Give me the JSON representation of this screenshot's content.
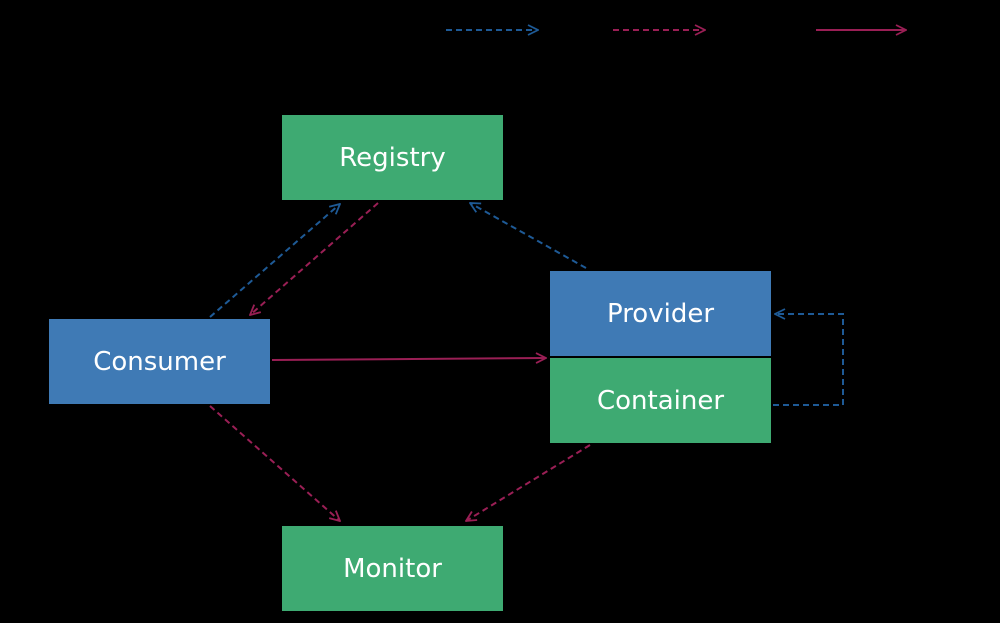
{
  "colors": {
    "background": "#000000",
    "green_node": "#3eaa72",
    "blue_node": "#3f7ab5",
    "blue_dashed_arrow": "#1e5a96",
    "red_dashed_arrow": "#9a1f55",
    "red_solid_arrow": "#9a1f55"
  },
  "nodes": {
    "registry": {
      "label": "Registry"
    },
    "consumer": {
      "label": "Consumer"
    },
    "provider": {
      "label": "Provider"
    },
    "container": {
      "label": "Container"
    },
    "monitor": {
      "label": "Monitor"
    }
  },
  "legend": [
    {
      "style": "blue-dashed"
    },
    {
      "style": "red-dashed"
    },
    {
      "style": "red-solid"
    }
  ],
  "edges": [
    {
      "from": "container",
      "to": "provider",
      "style": "blue-dashed"
    },
    {
      "from": "provider",
      "to": "registry",
      "style": "blue-dashed"
    },
    {
      "from": "consumer",
      "to": "registry",
      "style": "blue-dashed"
    },
    {
      "from": "registry",
      "to": "consumer",
      "style": "red-dashed"
    },
    {
      "from": "consumer",
      "to": "container",
      "style": "red-solid"
    },
    {
      "from": "consumer",
      "to": "monitor",
      "style": "red-dashed"
    },
    {
      "from": "container",
      "to": "monitor",
      "style": "red-dashed"
    }
  ]
}
